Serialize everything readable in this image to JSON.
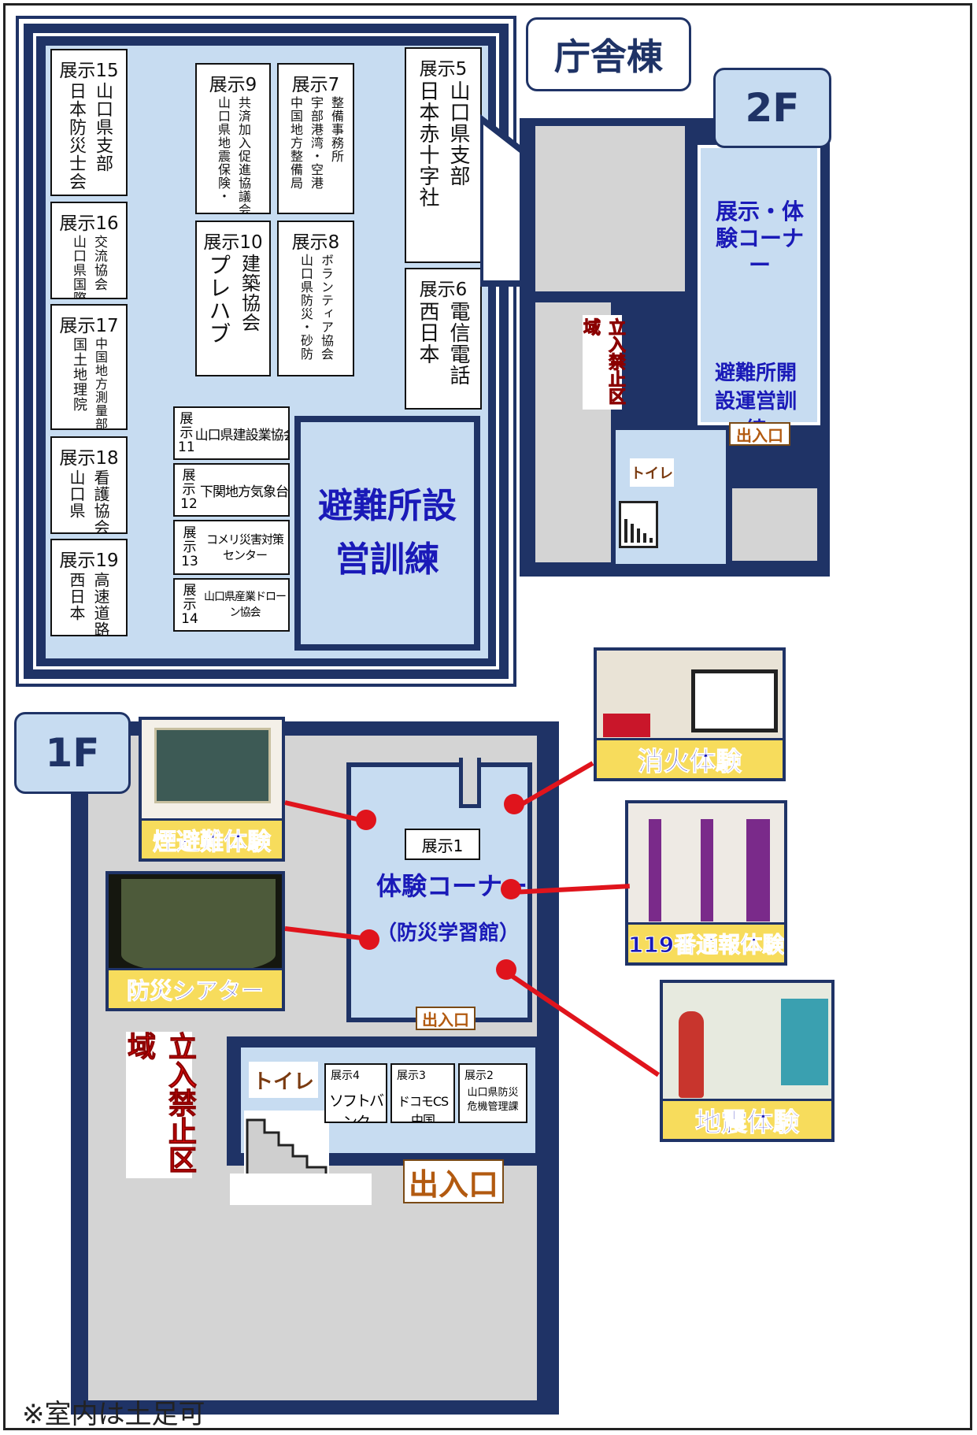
{
  "building_label": "庁舎棟",
  "floor_2f": "2F",
  "floor_1f": "1F",
  "note": "※室内は土足可",
  "booths_2f": [
    {
      "num": "展示15",
      "lines": [
        "日本防災士会",
        "山口県支部"
      ]
    },
    {
      "num": "展示16",
      "lines": [
        "山口県国際",
        "交流協会"
      ]
    },
    {
      "num": "展示17",
      "lines": [
        "国土地理院",
        "中国地方測量部"
      ]
    },
    {
      "num": "展示18",
      "lines": [
        "山口県",
        "看護協会"
      ]
    },
    {
      "num": "展示19",
      "lines": [
        "西日本",
        "高速道路"
      ]
    },
    {
      "num": "展示9",
      "lines": [
        "山口県地震保険・",
        "共済加入促進協議会"
      ]
    },
    {
      "num": "展示7",
      "lines": [
        "中国地方整備局",
        "宇部港湾・空港",
        "整備事務所"
      ]
    },
    {
      "num": "展示10",
      "lines": [
        "プレハブ",
        "建築協会"
      ]
    },
    {
      "num": "展示8",
      "lines": [
        "山口県防災・砂防",
        "ボランティア協会"
      ]
    },
    {
      "num": "展示5",
      "lines": [
        "日本赤十字社",
        "山口県支部"
      ]
    },
    {
      "num": "展示6",
      "lines": [
        "西日本",
        "電信電話"
      ]
    }
  ],
  "booths_2f_small": [
    {
      "num": "展示11",
      "name": "山口県建設業協会"
    },
    {
      "num": "展示12",
      "name": "下関地方気象台"
    },
    {
      "num": "展示13",
      "name": "コメリ災害対策センター"
    },
    {
      "num": "展示14",
      "name": "山口県産業ドローン協会"
    }
  ],
  "shelter_training": "避難所設営訓練",
  "corner_2f": "展示・体験コーナー",
  "shelter_open_training": "避難所開設運営訓練",
  "entrance": "出入口",
  "toilet": "トイレ",
  "restricted": "立入禁止区域",
  "booth1": "展示1",
  "experience_corner": "体験コーナー",
  "learning_hall": "（防災学習館）",
  "booths_1f": [
    {
      "num": "展示4",
      "name": "ソフトバンク"
    },
    {
      "num": "展示3",
      "name": "ドコモCS中国"
    },
    {
      "num": "展示2",
      "name": "山口県防災危機管理課"
    }
  ],
  "experiences": {
    "fire": "消火体験",
    "smoke": "煙避難体験",
    "call119": "119番通報体験",
    "theater": "防災シアター",
    "quake": "地震体験"
  }
}
